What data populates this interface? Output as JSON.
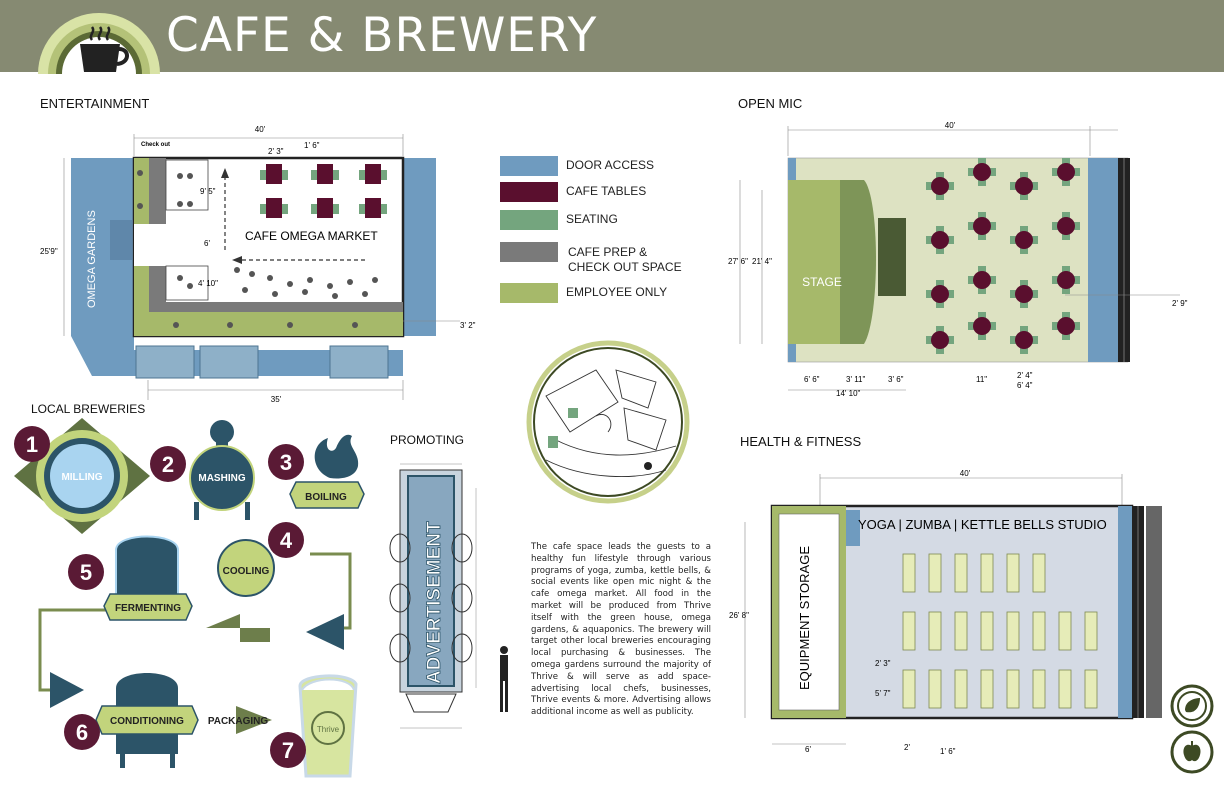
{
  "header": {
    "title": "CAFE & BREWERY"
  },
  "sections": {
    "entertainment": "ENTERTAINMENT",
    "open_mic": "OPEN MIC",
    "local_breweries": "LOCAL BREWERIES",
    "promoting": "PROMOTING",
    "health_fitness": "HEALTH & FITNESS"
  },
  "legend": [
    {
      "label": "DOOR ACCESS",
      "color": "#6f9bbf"
    },
    {
      "label": "CAFE TABLES",
      "color": "#5a0f2e"
    },
    {
      "label": "SEATING",
      "color": "#74a57e"
    },
    {
      "label_line1": "CAFE PREP &",
      "label_line2": "CHECK OUT SPACE",
      "color": "#7a7a7a"
    },
    {
      "label": "EMPLOYEE ONLY",
      "color": "#a6b96a"
    }
  ],
  "entertainment_plan": {
    "checkout": "Check out",
    "market": "CAFE OMEGA MARKET",
    "gardens": "OMEGA GARDENS",
    "dims": {
      "width_top": "40'",
      "width_bottom": "35'",
      "height": "25'9\"",
      "d1": "2' 3\"",
      "d2": "1' 6\"",
      "d3": "9' 5\"",
      "d4": "6'",
      "d5": "4' 10\"",
      "d6": "3' 2\""
    }
  },
  "open_mic_plan": {
    "stage": "STAGE",
    "dims": {
      "width": "40'",
      "h1": "27' 6\"",
      "h2": "21' 4\"",
      "right": "2' 9\"",
      "b1": "6' 6\"",
      "b2": "3' 11\"",
      "b3": "3' 6\"",
      "b4": "14' 10\"",
      "b5": "11\"",
      "b6": "2' 4\"",
      "b7": "6' 4\""
    }
  },
  "fitness_plan": {
    "studio": "YOGA | ZUMBA  | KETTLE BELLS STUDIO",
    "storage": "EQUIPMENT STORAGE",
    "dims": {
      "width": "40'",
      "height": "26' 8\"",
      "d1": "2' 3\"",
      "d2": "5' 7\"",
      "d3": "2'",
      "d4": "1' 6\"",
      "d5": "6'"
    }
  },
  "brewing_steps": [
    {
      "num": "1",
      "label": "MILLING"
    },
    {
      "num": "2",
      "label": "MASHING"
    },
    {
      "num": "3",
      "label": "BOILING"
    },
    {
      "num": "4",
      "label": "COOLING"
    },
    {
      "num": "5",
      "label": "FERMENTING"
    },
    {
      "num": "6",
      "label": "CONDITIONING"
    },
    {
      "num": "7",
      "label": "PACKAGING"
    }
  ],
  "promoting": {
    "sign": "ADVERTISEMENT",
    "logo": "Thrive"
  },
  "description": "The cafe space leads the guests to a healthy fun lifestyle through various programs of yoga, zumba, kettle bells, & social events like open mic night & the cafe omega market. All food in the market will be produced from Thrive itself with the green house, omega gardens, & aquaponics. The brewery will target other local breweries encouraging local purchasing & businesses. The omega gardens surround the majority of Thrive & will serve as add space- advertising local chefs, businesses, Thrive events & more. Advertising allows additional income as well as publicity.",
  "colors": {
    "header": "#868a72",
    "door": "#6f9bbf",
    "table": "#5a0f2e",
    "seating": "#74a57e",
    "prep": "#7a7a7a",
    "employee": "#a6b96a",
    "navy": "#2c5468",
    "maroon": "#5a1a35"
  }
}
